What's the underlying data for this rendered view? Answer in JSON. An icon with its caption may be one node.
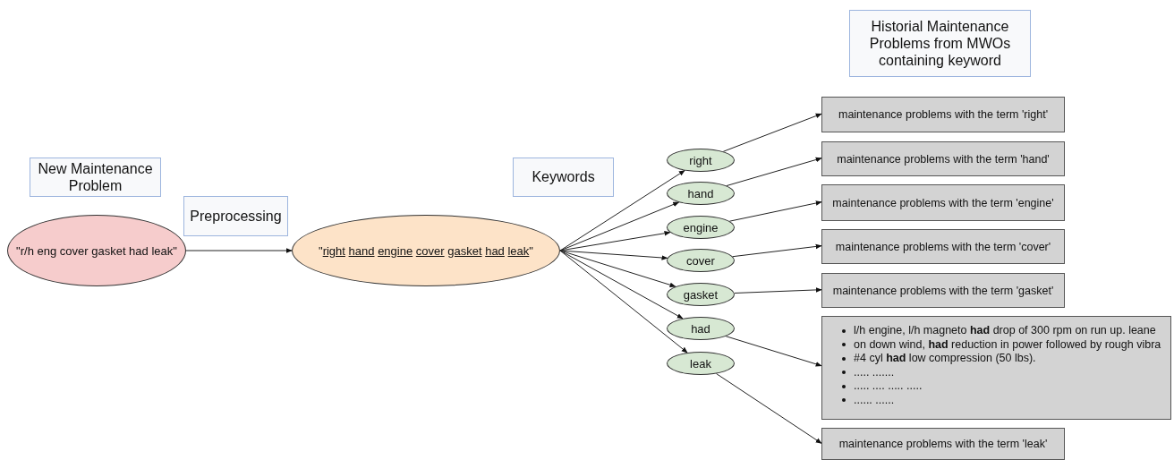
{
  "diagram": {
    "nodes": [
      {
        "text": [
          "New Maintenance Problem"
        ]
      },
      {
        "text": [
          "Preprocessing"
        ]
      },
      {
        "text": [
          "Keywords"
        ]
      },
      {
        "text": [
          "Historial Maintenance Problems from MWOs containing keyword"
        ]
      },
      {
        "text": [
          "\"r/h eng cover gasket had leak\""
        ]
      },
      {
        "text": [
          "\"right hand engine cover gasket had leak\""
        ]
      },
      {
        "text": [
          "right"
        ]
      },
      {
        "text": [
          "hand"
        ]
      },
      {
        "text": [
          "engine"
        ]
      },
      {
        "text": [
          "cover"
        ]
      },
      {
        "text": [
          "gasket"
        ]
      },
      {
        "text": [
          "had"
        ]
      },
      {
        "text": [
          "leak"
        ]
      },
      {
        "text": [
          "maintenance problems with the term 'right'"
        ]
      },
      {
        "text": [
          "maintenance problems with the term 'hand'"
        ]
      },
      {
        "text": [
          "maintenance problems with the term 'engine'"
        ]
      },
      {
        "text": [
          "maintenance problems with the term 'cover'"
        ]
      },
      {
        "text": [
          "maintenance problems with the term 'gasket'"
        ]
      },
      {
        "text": [
          "l/h engine, l/h magneto **had** drop of 300 rpm on run up. leane",
          "on down wind, **had** reduction in power followed by rough vibra",
          "#4 cyl **had** low compression (50 lbs).",
          "..... .......",
          "..... .... ..... .....",
          "...... ......"
        ]
      },
      {
        "text": [
          "maintenance problems with the term 'leak'"
        ]
      }
    ],
    "edges": [
      {
        "from": 4,
        "to": 5,
        "arrow": "to"
      },
      {
        "from": 5,
        "to": 6,
        "arrow": "to"
      },
      {
        "from": 5,
        "to": 7,
        "arrow": "to"
      },
      {
        "from": 5,
        "to": 8,
        "arrow": "to"
      },
      {
        "from": 5,
        "to": 9,
        "arrow": "to"
      },
      {
        "from": 5,
        "to": 10,
        "arrow": "to"
      },
      {
        "from": 5,
        "to": 11,
        "arrow": "to"
      },
      {
        "from": 5,
        "to": 12,
        "arrow": "to"
      },
      {
        "from": 6,
        "to": 13,
        "arrow": "to"
      },
      {
        "from": 7,
        "to": 14,
        "arrow": "to"
      },
      {
        "from": 8,
        "to": 15,
        "arrow": "to"
      },
      {
        "from": 9,
        "to": 16,
        "arrow": "to"
      },
      {
        "from": 10,
        "to": 17,
        "arrow": "to"
      },
      {
        "from": 11,
        "to": 18,
        "arrow": "to"
      },
      {
        "from": 12,
        "to": 19,
        "arrow": "to"
      }
    ]
  }
}
